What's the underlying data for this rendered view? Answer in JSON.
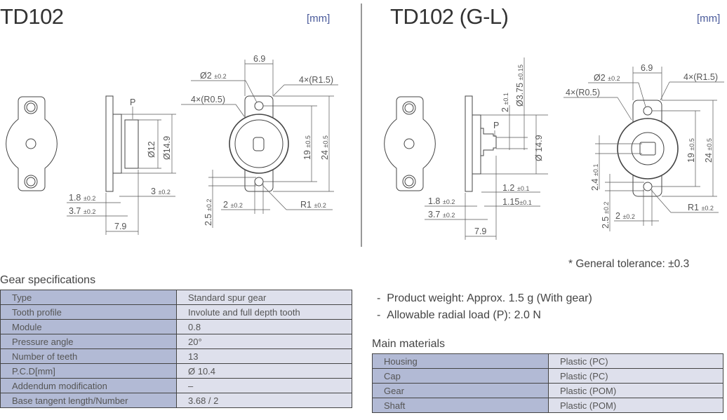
{
  "left": {
    "title": "TD102",
    "unit": "[mm]",
    "dims": {
      "p": "P",
      "d12": "Ø12",
      "d149": "Ø14.9",
      "w69": "6.9",
      "hole": "Ø2",
      "hole_tol": "±0.2",
      "r15": "4×(R1.5)",
      "r05": "4×(R0.5)",
      "h19": "19",
      "h19_tol": "±0.5",
      "h24": "24",
      "h24_tol": "±0.5",
      "t3": "3",
      "t3_tol": "±0.2",
      "t18": "1.8",
      "t18_tol": "±0.2",
      "t37": "3.7",
      "t37_tol": "±0.2",
      "t79": "7.9",
      "w2": "2",
      "w2_tol": "±0.2",
      "r1": "R1",
      "r1_tol": "±0.2",
      "h25": "2.5",
      "h25_tol": "±0.2"
    }
  },
  "right": {
    "title": "TD102 (G-L)",
    "unit": "[mm]",
    "dims": {
      "p": "P",
      "d149": "Ø 14.9",
      "d375": "Ø3.75",
      "d375_tol": "±0.15",
      "w2v": "2",
      "w2v_tol": "±0.1",
      "w69": "6.9",
      "hole": "Ø2",
      "hole_tol": "±0.2",
      "r15": "4×(R1.5)",
      "r05": "4×(R0.5)",
      "h19": "19",
      "h19_tol": "±0.5",
      "h24": "24",
      "h24_tol": "±0.5",
      "h24b": "2.4",
      "h24b_tol": "±0.1",
      "t12": "1.2",
      "t12_tol": "±0.1",
      "t115": "1.15",
      "t115_tol": "±0.1",
      "t18": "1.8",
      "t18_tol": "±0.2",
      "t37": "3.7",
      "t37_tol": "±0.2",
      "t79": "7.9",
      "w2": "2",
      "w2_tol": "±0.2",
      "r1": "R1",
      "r1_tol": "±0.2",
      "h25": "2.5",
      "h25_tol": "±0.2"
    }
  },
  "tolerance": "* General tolerance: ±0.3",
  "gear_specs": {
    "heading": "Gear specifications",
    "rows": [
      {
        "k": "Type",
        "v": "Standard spur gear"
      },
      {
        "k": "Tooth profile",
        "v": "Involute and full depth tooth"
      },
      {
        "k": "Module",
        "v": "0.8"
      },
      {
        "k": "Pressure angle",
        "v": "20°"
      },
      {
        "k": "Number of teeth",
        "v": "13"
      },
      {
        "k": "P.C.D[mm]",
        "v": "Ø 10.4"
      },
      {
        "k": "Addendum modification",
        "v": "–"
      },
      {
        "k": "Base tangent length/Number",
        "v": "3.68 / 2"
      }
    ]
  },
  "notes": [
    "Product weight: Approx. 1.5 g (With gear)",
    "Allowable radial load (P): 2.0 N"
  ],
  "materials": {
    "heading": "Main materials",
    "rows": [
      {
        "k": "Housing",
        "v": "Plastic (PC)"
      },
      {
        "k": "Cap",
        "v": "Plastic (PC)"
      },
      {
        "k": "Gear",
        "v": "Plastic (POM)"
      },
      {
        "k": "Shaft",
        "v": "Plastic (POM)"
      }
    ]
  }
}
